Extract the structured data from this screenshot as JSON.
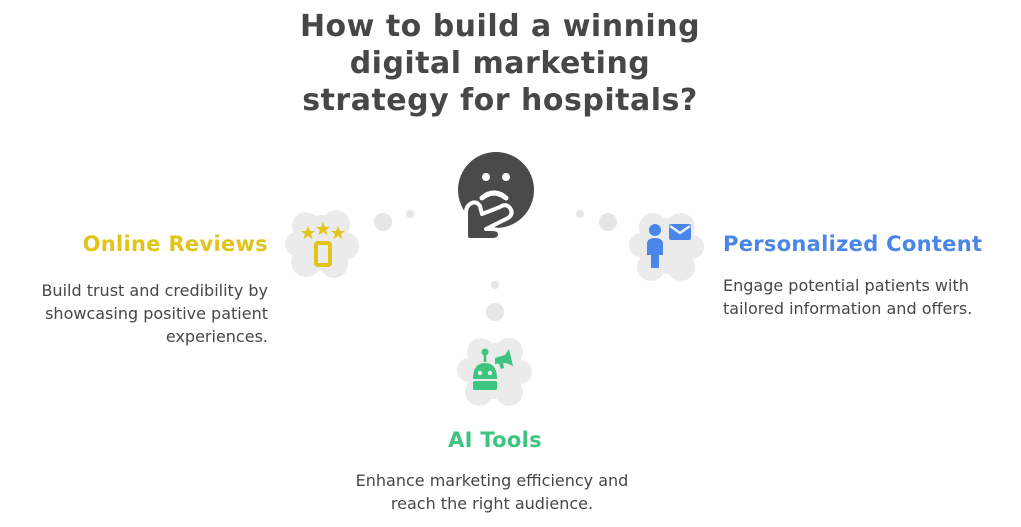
{
  "title": {
    "line1": "How to build a winning",
    "line2": "digital marketing",
    "line3": "strategy for hospitals?"
  },
  "center_icon": "thinking-face-icon",
  "colors": {
    "title": "#474747",
    "online_reviews": "#e1c419",
    "personalized_content": "#4a86e8",
    "ai_tools": "#3dc47e",
    "cloud": "#ebebeb",
    "dots": "#e6e6e6",
    "text": "#474747"
  },
  "items": [
    {
      "id": "online-reviews",
      "heading": "Online Reviews",
      "desc_lines": [
        "Build trust and credibility by",
        "showcasing positive patient",
        "experiences."
      ],
      "icon": "star-rating-phone-icon"
    },
    {
      "id": "personalized-content",
      "heading": "Personalized Content",
      "desc_lines": [
        "Engage potential patients with",
        "tailored information and offers."
      ],
      "icon": "person-mail-icon"
    },
    {
      "id": "ai-tools",
      "heading": "AI Tools",
      "desc_lines": [
        "Enhance marketing efficiency and",
        "reach the right audience."
      ],
      "icon": "robot-megaphone-icon"
    }
  ]
}
